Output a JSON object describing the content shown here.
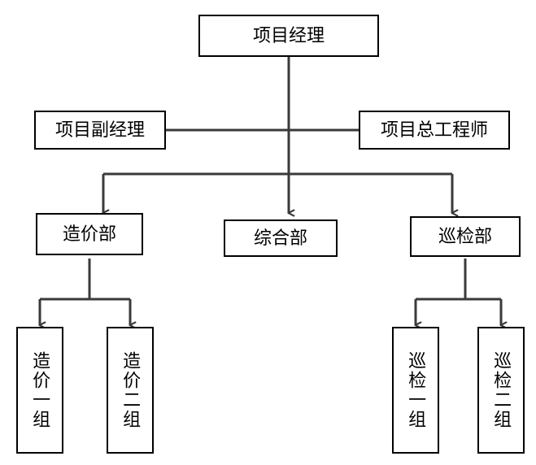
{
  "diagram": {
    "type": "org-chart",
    "title": "",
    "orientation": "top-down",
    "colors": {
      "node_border": "#000000",
      "node_fill": "#ffffff",
      "connector": "#3a3a3a",
      "background": "#ffffff"
    },
    "nodes": [
      {
        "id": "pm",
        "label": "项目经理",
        "level": 0,
        "text_direction": "horizontal"
      },
      {
        "id": "deputy",
        "label": "项目副经理",
        "level": 1,
        "text_direction": "horizontal"
      },
      {
        "id": "chief_eng",
        "label": "项目总工程师",
        "level": 1,
        "text_direction": "horizontal"
      },
      {
        "id": "cost",
        "label": "造价部",
        "level": 2,
        "text_direction": "horizontal"
      },
      {
        "id": "general",
        "label": "综合部",
        "level": 2,
        "text_direction": "horizontal"
      },
      {
        "id": "inspect",
        "label": "巡检部",
        "level": 2,
        "text_direction": "horizontal"
      },
      {
        "id": "cost1",
        "label": "造价一组",
        "level": 3,
        "text_direction": "vertical"
      },
      {
        "id": "cost2",
        "label": "造价二组",
        "level": 3,
        "text_direction": "vertical"
      },
      {
        "id": "insp1",
        "label": "巡检一组",
        "level": 3,
        "text_direction": "vertical"
      },
      {
        "id": "insp2",
        "label": "巡检二组",
        "level": 3,
        "text_direction": "vertical"
      }
    ],
    "edges": [
      {
        "from": "pm",
        "to": "cost",
        "arrow": true
      },
      {
        "from": "pm",
        "to": "general",
        "arrow": true
      },
      {
        "from": "pm",
        "to": "inspect",
        "arrow": true
      },
      {
        "from": "deputy",
        "to": "chief_eng",
        "arrow": false
      },
      {
        "from": "cost",
        "to": "cost1",
        "arrow": true
      },
      {
        "from": "cost",
        "to": "cost2",
        "arrow": true
      },
      {
        "from": "inspect",
        "to": "insp1",
        "arrow": true
      },
      {
        "from": "inspect",
        "to": "insp2",
        "arrow": true
      }
    ]
  }
}
